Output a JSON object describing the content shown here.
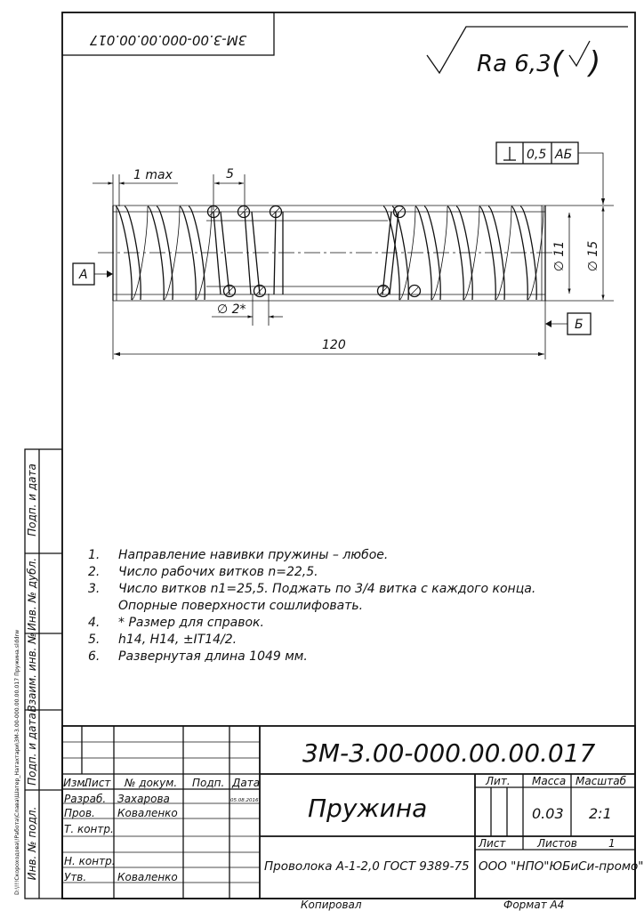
{
  "drawing": {
    "stamp_rotated": "3М-3.00-000.00.00.017",
    "roughness_value": "Ra 6,3",
    "roughness_bracket_left": "(",
    "roughness_bracket_right": ")",
    "tolerance": {
      "value": "0,5",
      "datums": "АБ"
    },
    "dimensions": {
      "pitch_gap": "1 max",
      "pitch": "5",
      "inner_diameter": "∅ 11",
      "outer_diameter": "∅ 15",
      "wire_diameter": "∅ 2*",
      "length": "120"
    },
    "datum_left": "А",
    "datum_right": "Б"
  },
  "notes": [
    {
      "num": "1.",
      "text": "Направление навивки пружины – любое."
    },
    {
      "num": "2.",
      "text": "Число рабочих витков n=22,5."
    },
    {
      "num": "3.",
      "text": "Число витков n1=25,5. Поджать по 3/4 витка с каждого конца."
    },
    {
      "num": "",
      "text": "Опорные поверхности сошлифовать."
    },
    {
      "num": "4.",
      "text": "* Размер для справок."
    },
    {
      "num": "5.",
      "text": "h14, H14, ±IT14/2."
    },
    {
      "num": "6.",
      "text": "Развернутая длина 1049 мм."
    }
  ],
  "side_labels": {
    "primary": "Подп. и дата",
    "dubl": "Инв. № дубл.",
    "vzam": "Взаим. инв. №",
    "podp2": "Подп. и дата",
    "podl": "Инв. № подл."
  },
  "file_path": "D:\\!!!Скороходова\\!Работа\\Слава\\Шатер_Натахтари\\3М-3.00-000.00.00.017 Пружина.slddrw",
  "title_block": {
    "designation": "3М-3.00-000.00.00.017",
    "name": "Пружина",
    "material": "Проволока А-1-2,0 ГОСТ 9389-75",
    "company": "ООО \"НПО\"ЮБиСи-промо\"",
    "headers": {
      "izm": "Изм.",
      "list": "Лист",
      "doc": "№ докум.",
      "podp": "Подп.",
      "data": "Дата"
    },
    "roles": [
      {
        "role": "Разраб.",
        "name": "Захарова",
        "date": "05.08.2016"
      },
      {
        "role": "Пров.",
        "name": "Коваленко",
        "date": ""
      },
      {
        "role": "Т. контр.",
        "name": "",
        "date": ""
      },
      {
        "role": "",
        "name": "",
        "date": ""
      },
      {
        "role": "Н. контр.",
        "name": "",
        "date": ""
      },
      {
        "role": "Утв.",
        "name": "Коваленко",
        "date": ""
      }
    ],
    "lit_label": "Лит.",
    "mass_label": "Масса",
    "scale_label": "Масштаб",
    "mass": "0.03",
    "scale": "2:1",
    "sheet_label": "Лист",
    "sheets_label": "Листов",
    "sheets_value": "1",
    "copied": "Копировал",
    "format": "Формат А4"
  }
}
